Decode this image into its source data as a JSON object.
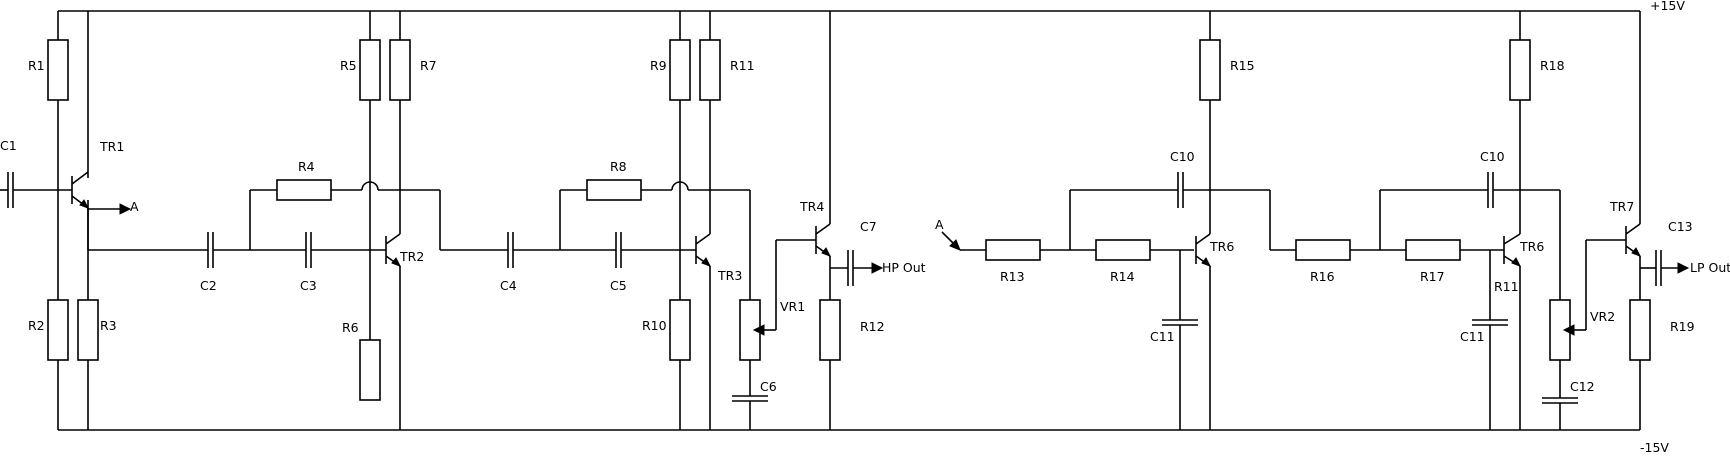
{
  "rails": {
    "positive": "+15V",
    "negative": "-15V"
  },
  "labels": {
    "R1": "R1",
    "R2": "R2",
    "R3": "R3",
    "R4": "R4",
    "R5": "R5",
    "R6": "R6",
    "R7": "R7",
    "R8": "R8",
    "R9": "R9",
    "R10": "R10",
    "R11": "R11",
    "R12": "R12",
    "R13": "R13",
    "R14": "R14",
    "R15": "R15",
    "R16": "R16",
    "R17": "R17",
    "R18": "R18",
    "R11b": "R11",
    "R19": "R19",
    "C1": "C1",
    "C2": "C2",
    "C3": "C3",
    "C4": "C4",
    "C5": "C5",
    "C6": "C6",
    "C7": "C7",
    "C10": "C10",
    "C11": "C11",
    "C10b": "C10",
    "C11b": "C11",
    "C12": "C12",
    "C13": "C13",
    "TR1": "TR1",
    "TR2": "TR2",
    "TR3": "TR3",
    "TR4": "TR4",
    "TR6": "TR6",
    "TR6b": "TR6",
    "TR7": "TR7",
    "VR1": "VR1",
    "VR2": "VR2",
    "A_out": "A",
    "A_in": "A",
    "HP": "HP Out",
    "LP": "LP Out"
  }
}
